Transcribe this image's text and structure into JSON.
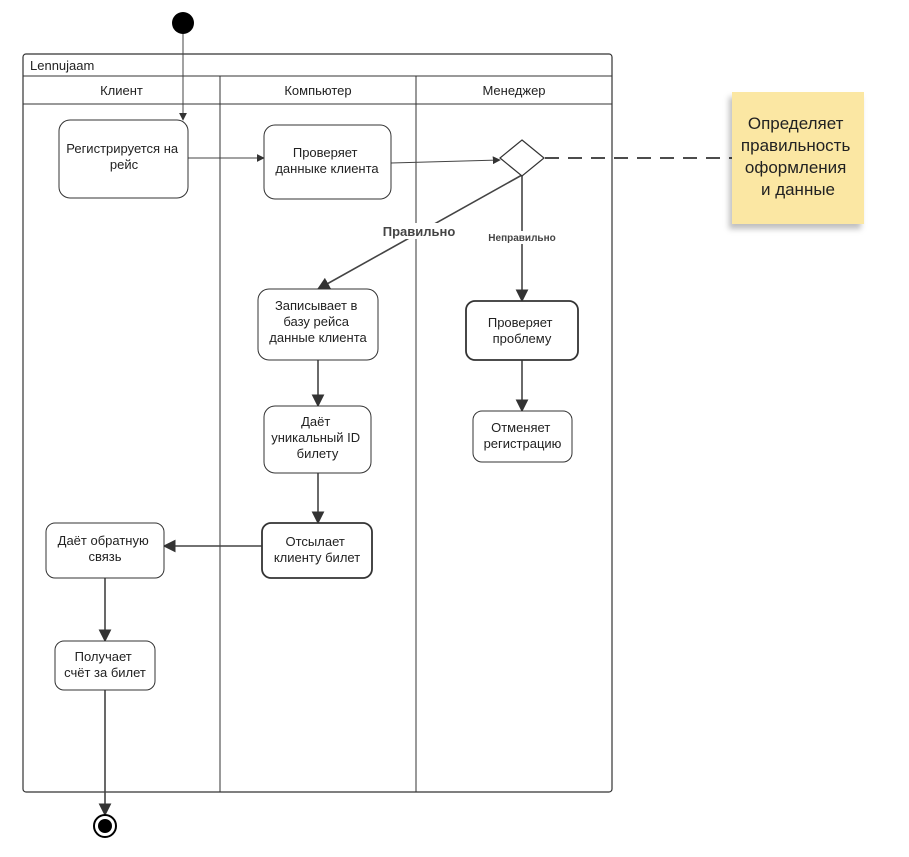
{
  "pool": {
    "title": "Lennujaam"
  },
  "lanes": [
    {
      "title": "Клиент"
    },
    {
      "title": "Компьютер"
    },
    {
      "title": "Менеджер"
    }
  ],
  "nodes": {
    "register": [
      "Регистрируется на",
      "рейс"
    ],
    "check_data": [
      "Проверяет",
      "данныке клиента"
    ],
    "write_db": [
      "Записывает в",
      "базу рейса",
      "данные клиента"
    ],
    "give_id": [
      "Даёт",
      "уникальный ID",
      "билету"
    ],
    "send_ticket": [
      "Отсылает",
      "клиенту билет"
    ],
    "feedback": [
      "Даёт обратную",
      "связь"
    ],
    "receive_bill": [
      "Получает",
      "счёт за билет"
    ],
    "check_problem": [
      "Проверяет",
      "проблему"
    ],
    "cancel": [
      "Отменяет",
      "регистрацию"
    ]
  },
  "edges": {
    "correct": "Правильно",
    "incorrect": "Неправильно"
  },
  "note": {
    "lines": [
      "Определяет",
      "правильность",
      "оформления",
      "и данные"
    ],
    "color": "#fbe7a3"
  }
}
